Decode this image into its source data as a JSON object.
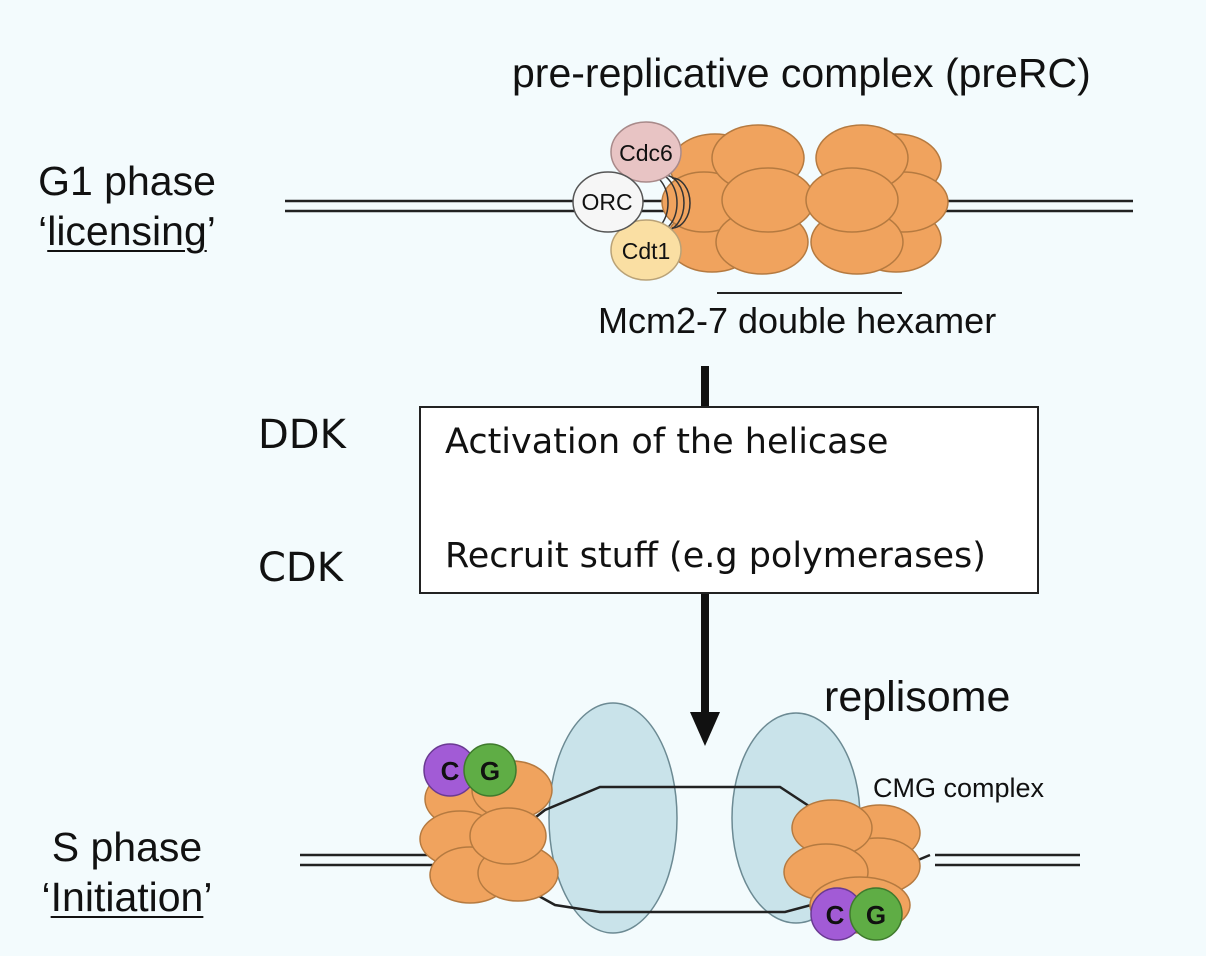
{
  "title": "pre-replicative complex (preRC)",
  "g1": {
    "line1": "G1 phase",
    "open_quote": "‘",
    "word": "licensing",
    "close_quote": "’"
  },
  "preRC": {
    "cdc6": "Cdc6",
    "orc": "ORC",
    "cdt1": "Cdt1",
    "mcm_label": "Mcm2-7 double hexamer"
  },
  "kinases": {
    "ddk": "DDK",
    "cdk": "CDK"
  },
  "steps": [
    "Activation of the helicase",
    "Recruit stuff (e.g polymerases)"
  ],
  "replisome": {
    "title": "replisome",
    "cmg_label": "CMG complex",
    "c": "C",
    "g": "G"
  },
  "s": {
    "line1": "S phase",
    "open_quote": "‘",
    "word": "Initiation",
    "close_quote": "’"
  },
  "colors": {
    "mcm": "#f0a35e",
    "mcm_stroke": "#b57a40",
    "cdc6": "#e8c4c4",
    "cdt1": "#fadfa3",
    "orc": "#f6f6f6",
    "cdc45": "#a25bd6",
    "gins": "#5fad45",
    "polymerase": "#c9e3ea",
    "background": "#f3fbfd"
  }
}
